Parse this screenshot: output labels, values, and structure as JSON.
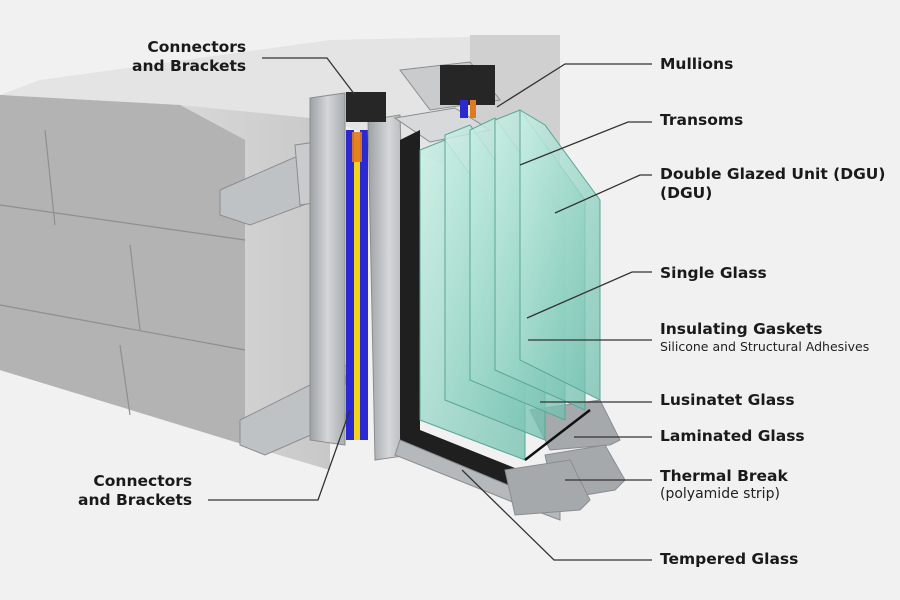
{
  "diagram": {
    "subject": "Curtain wall system cross-section",
    "colors": {
      "background": "#f1f1f1",
      "wall": "#cfcfcf",
      "aluminium": "#b9bcbf",
      "gasket": "#1f1f1f",
      "glass": "#9fd8c8",
      "blue_insulation": "#2a2ad0",
      "yellow_strip": "#f2d21a",
      "orange_spring": "#e07a20",
      "leader_line": "#333333"
    },
    "labels": [
      {
        "id": "connectors-top",
        "title": "Connectors\nand Brackets",
        "subtitle": ""
      },
      {
        "id": "mullions",
        "title": "Mullions",
        "subtitle": ""
      },
      {
        "id": "transoms",
        "title": "Transoms",
        "subtitle": ""
      },
      {
        "id": "dgu",
        "title": "Double Glazed Unit (DGU)\n(DGU)",
        "subtitle": ""
      },
      {
        "id": "single-glass",
        "title": "Single Glass",
        "subtitle": ""
      },
      {
        "id": "insulating-gaskets",
        "title": "Insulating Gaskets",
        "subtitle": "Silicone and Structural Adhesives"
      },
      {
        "id": "lusinatet-glass",
        "title": "Lusinatet Glass",
        "subtitle": ""
      },
      {
        "id": "laminated-glass",
        "title": "Laminated Glass",
        "subtitle": ""
      },
      {
        "id": "thermal-break",
        "title": "Thermal Break",
        "subtitle": "(polyamide strip)"
      },
      {
        "id": "connectors-bottom",
        "title": "Connectors\nand Brackets",
        "subtitle": ""
      },
      {
        "id": "tempered-glass",
        "title": "Tempered Glass",
        "subtitle": ""
      }
    ]
  }
}
